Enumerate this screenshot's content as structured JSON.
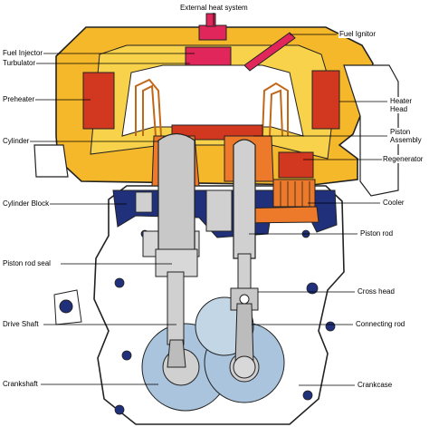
{
  "title": "External heat system",
  "labels": {
    "fuel_injector": "Fuel Injector",
    "turbulator": "Turbulator",
    "preheater": "Preheater",
    "cylinder": "Cylinder",
    "cylinder_block": "Cylinder Block",
    "piston_rod_seal": "Piston rod seal",
    "drive_shaft": "Drive Shaft",
    "crankshaft": "Crankshaft",
    "fuel_ignitor": "Fuel Ignitor",
    "heater_head": "Heater Head",
    "piston_assembly": "Piston Assembly",
    "regenerator": "Regenerator",
    "cooler": "Cooler",
    "piston_rod": "Piston rod",
    "cross_head": "Cross head",
    "connecting_rod": "Connecting rod",
    "crankcase": "Crankcase"
  },
  "colors": {
    "yellow": "#f5b82a",
    "light_yellow": "#f8d24a",
    "red": "#d2381f",
    "orange": "#ec7a2a",
    "blue": "#20307a",
    "light_blue": "#a9c4dc",
    "gray": "#c8c8c8",
    "pink": "#e0265a",
    "outline": "#222222"
  }
}
